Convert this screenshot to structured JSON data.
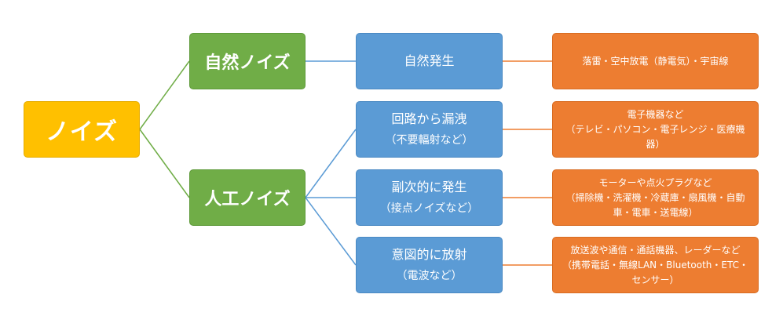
{
  "root": {
    "label": "ノイズ"
  },
  "categories": {
    "natural": {
      "label": "自然ノイズ"
    },
    "artificial": {
      "label": "人工ノイズ"
    }
  },
  "sources": {
    "natural_occurrence": {
      "title": "自然発生"
    },
    "circuit_leak": {
      "title": "回路から漏洩",
      "note": "（不要輻射など）"
    },
    "secondary": {
      "title": "副次的に発生",
      "note": "（接点ノイズなど）"
    },
    "intentional": {
      "title": "意図的に放射",
      "note": "（電波など）"
    }
  },
  "examples": {
    "natural": {
      "title": "落雷・空中放電（静電気）・宇宙線"
    },
    "circuit_leak": {
      "title": "電子機器など",
      "note": "（テレビ・パソコン・電子レンジ・医療機器）"
    },
    "secondary": {
      "title": "モーターや点火プラグなど",
      "note": "（掃除機・洗濯機・冷蔵庫・扇風機・自動車・電車・送電線）"
    },
    "intentional": {
      "title": "放送波や通信・通話機器、レーダーなど",
      "note": "（携帯電話・無線LAN・Bluetooth・ETC・センサー）"
    }
  },
  "colors": {
    "root": "#FFC000",
    "category": "#70AD47",
    "source": "#5B9BD5",
    "example": "#ED7D31",
    "line_green": "#70AD47",
    "line_blue": "#5B9BD5",
    "line_orange": "#ED7D31"
  }
}
